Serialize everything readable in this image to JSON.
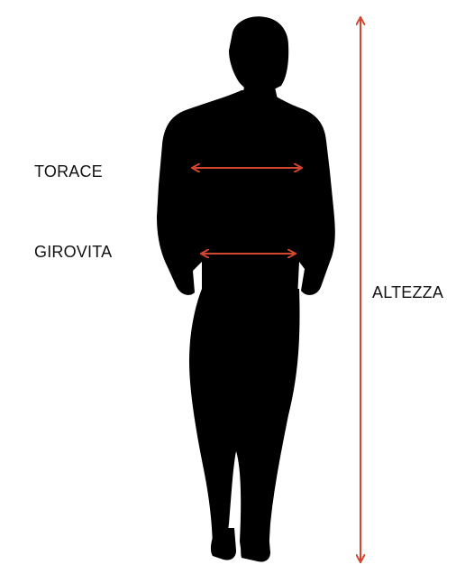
{
  "labels": {
    "chest": "TORACE",
    "waist": "GIROVITA",
    "height": "ALTEZZA"
  },
  "colors": {
    "silhouette": "#000000",
    "arrow": "#d2452f",
    "background": "#ffffff"
  },
  "icons": {
    "figure": "man-silhouette-icon"
  }
}
